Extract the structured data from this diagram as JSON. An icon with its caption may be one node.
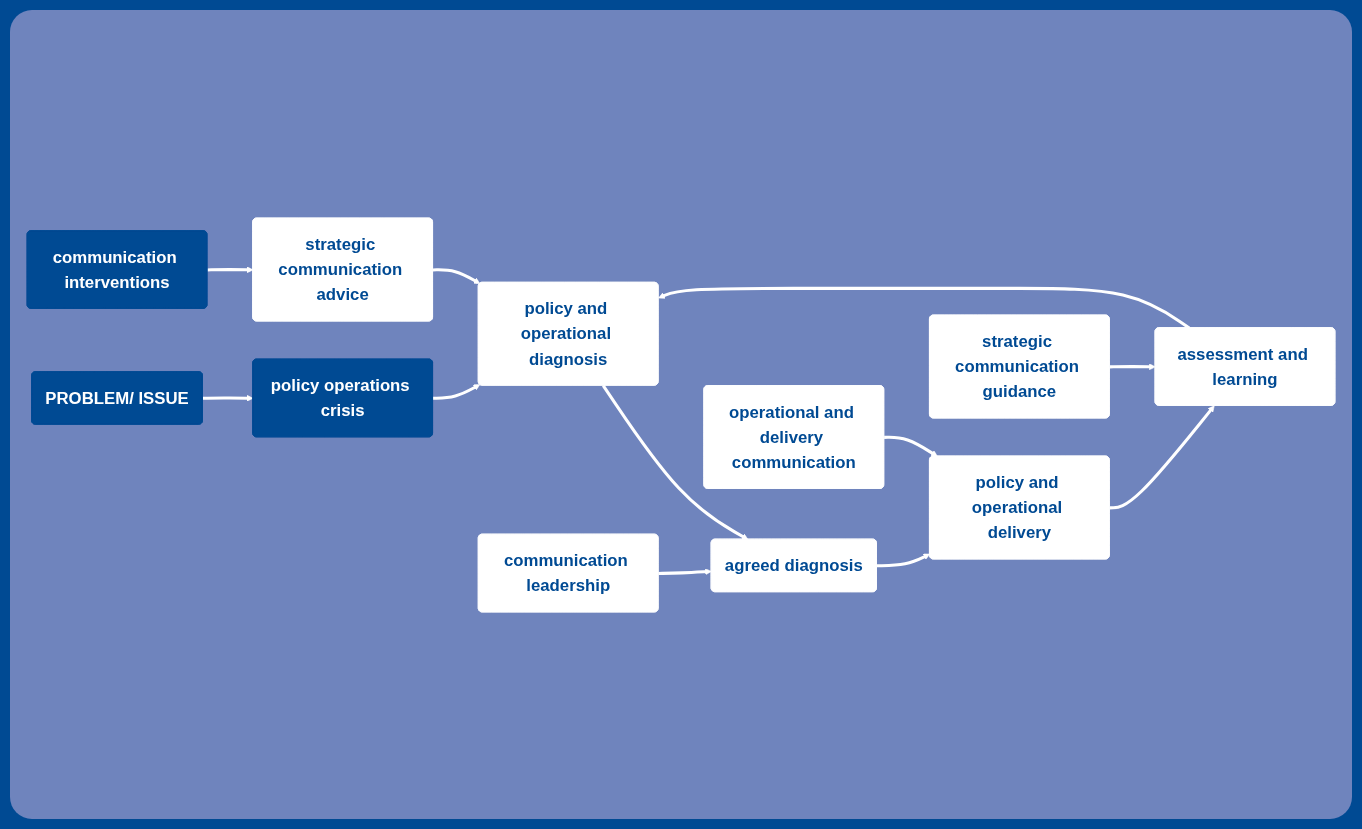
{
  "diagram": {
    "nodes": [
      {
        "text": [
          "PROBLEM/ ISSUE"
        ]
      },
      {
        "text": [
          "policy operations crisis"
        ]
      },
      {
        "text": [
          "policy and operational diagnosis"
        ]
      },
      {
        "text": [
          "agreed diagnosis"
        ]
      },
      {
        "text": [
          "policy and operational delivery"
        ]
      },
      {
        "text": [
          "assessment and learning"
        ]
      },
      {
        "text": [
          "communication interventions"
        ]
      },
      {
        "text": [
          "strategic communication advice"
        ]
      },
      {
        "text": [
          "communication leadership"
        ]
      },
      {
        "text": [
          "operational and delivery communication"
        ]
      },
      {
        "text": [
          "strategic communication guidance"
        ]
      }
    ],
    "edges": [
      {
        "from": 0,
        "to": 1,
        "arrow": "to"
      },
      {
        "from": 1,
        "to": 2,
        "arrow": "to"
      },
      {
        "from": 2,
        "to": 3,
        "arrow": "to"
      },
      {
        "from": 3,
        "to": 4,
        "arrow": "to"
      },
      {
        "from": 4,
        "to": 5,
        "arrow": "to"
      },
      {
        "from": 5,
        "to": 2,
        "arrow": "to"
      },
      {
        "from": 6,
        "to": 7,
        "arrow": "to"
      },
      {
        "from": 7,
        "to": 2,
        "arrow": "to"
      },
      {
        "from": 8,
        "to": 3,
        "arrow": "to"
      },
      {
        "from": 9,
        "to": 4,
        "arrow": "to"
      },
      {
        "from": 10,
        "to": 5,
        "arrow": "to"
      }
    ]
  }
}
